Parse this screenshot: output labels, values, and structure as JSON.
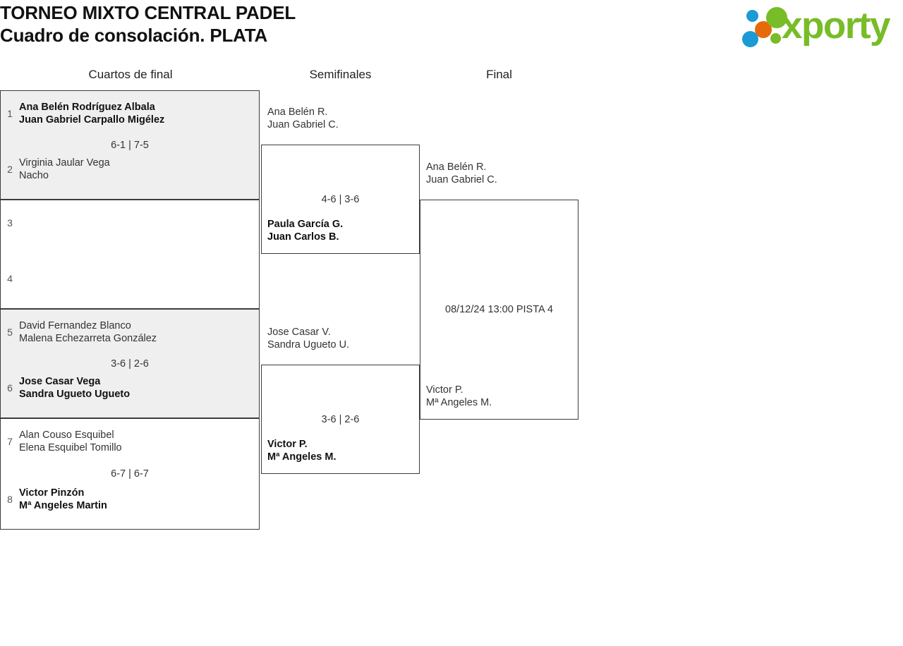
{
  "header": {
    "title_line1": "TORNEO MIXTO CENTRAL PADEL",
    "title_line2": "Cuadro de consolación. PLATA",
    "logo_text": "xporty",
    "logo_colors": {
      "green": "#78bc27",
      "blue": "#1b9ad6",
      "orange": "#e8690b"
    }
  },
  "rounds": {
    "quarterfinals_label": "Cuartos de final",
    "semifinals_label": "Semifinales",
    "final_label": "Final"
  },
  "quarterfinals": [
    {
      "score": "6-1 | 7-5",
      "top": {
        "seed": "1",
        "player1": "Ana Belén Rodríguez Albala",
        "player2": "Juan Gabriel Carpallo Migélez",
        "winner": true
      },
      "bottom": {
        "seed": "2",
        "player1": "Virginia Jaular Vega",
        "player2": "Nacho",
        "winner": false
      }
    },
    {
      "score": "",
      "top": {
        "seed": "3",
        "player1": "",
        "player2": "",
        "winner": false
      },
      "bottom": {
        "seed": "4",
        "player1": "",
        "player2": "",
        "winner": false
      }
    },
    {
      "score": "3-6 | 2-6",
      "top": {
        "seed": "5",
        "player1": "David Fernandez Blanco",
        "player2": "Malena Echezarreta González",
        "winner": false
      },
      "bottom": {
        "seed": "6",
        "player1": "Jose Casar Vega",
        "player2": "Sandra Ugueto Ugueto",
        "winner": true
      }
    },
    {
      "score": "6-7 | 6-7",
      "top": {
        "seed": "7",
        "player1": "Alan Couso Esquibel",
        "player2": "Elena Esquibel Tomillo",
        "winner": false
      },
      "bottom": {
        "seed": "8",
        "player1": "Victor Pinzón",
        "player2": "Mª Angeles Martin",
        "winner": true
      }
    }
  ],
  "semifinals": [
    {
      "score": "4-6 | 3-6",
      "top": {
        "player1": "Ana Belén R.",
        "player2": "Juan Gabriel C.",
        "winner": false
      },
      "bottom": {
        "player1": "Paula García G.",
        "player2": "Juan Carlos B.",
        "winner": true
      }
    },
    {
      "score": "3-6 | 2-6",
      "top": {
        "player1": "Jose Casar V.",
        "player2": "Sandra Ugueto U.",
        "winner": false
      },
      "bottom": {
        "player1": "Victor P.",
        "player2": "Mª Angeles M.",
        "winner": true
      }
    }
  ],
  "final": {
    "info": "08/12/24 13:00 PISTA 4",
    "top": {
      "player1": "Ana Belén R.",
      "player2": "Juan Gabriel C.",
      "winner": false
    },
    "bottom": {
      "player1": "Victor P.",
      "player2": "Mª Angeles M.",
      "winner": false
    }
  }
}
